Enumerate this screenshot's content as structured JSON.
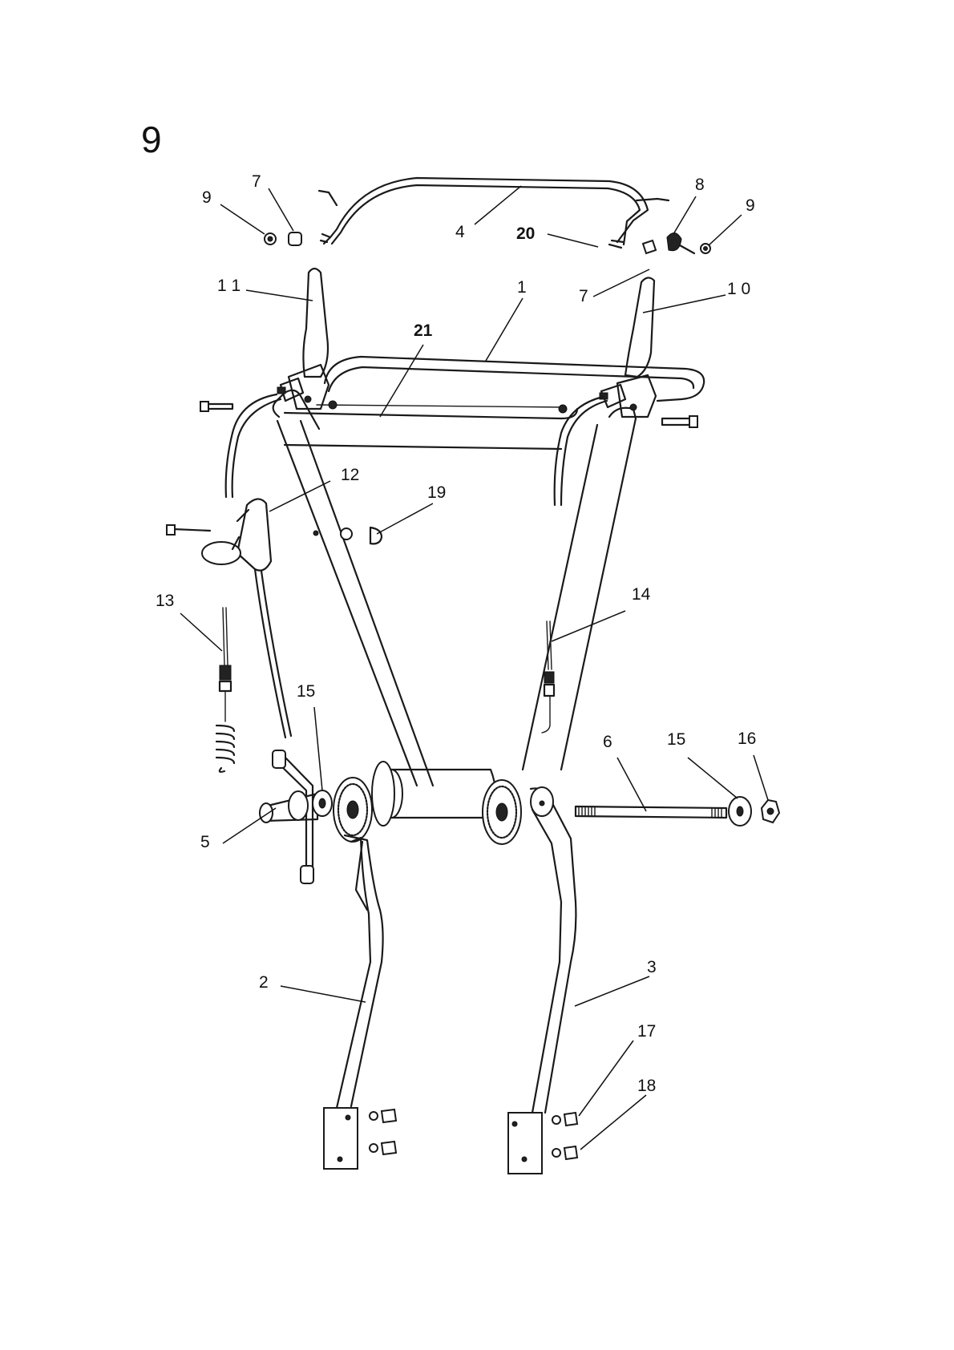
{
  "page": {
    "number": "9"
  },
  "callouts": [
    {
      "id": "c9l",
      "text": "9"
    },
    {
      "id": "c7l",
      "text": "7"
    },
    {
      "id": "c4",
      "text": "4"
    },
    {
      "id": "c8",
      "text": "8"
    },
    {
      "id": "c9r",
      "text": "9"
    },
    {
      "id": "c20",
      "text": "20",
      "bold": true
    },
    {
      "id": "c11",
      "text": "1 1"
    },
    {
      "id": "c1",
      "text": "1"
    },
    {
      "id": "c7r",
      "text": "7"
    },
    {
      "id": "c10",
      "text": "1 0"
    },
    {
      "id": "c21",
      "text": "21",
      "bold": true
    },
    {
      "id": "c12",
      "text": "12"
    },
    {
      "id": "c19",
      "text": "19"
    },
    {
      "id": "c13",
      "text": "13"
    },
    {
      "id": "c14",
      "text": "14"
    },
    {
      "id": "c15l",
      "text": "15"
    },
    {
      "id": "c6",
      "text": "6"
    },
    {
      "id": "c15r",
      "text": "15"
    },
    {
      "id": "c16",
      "text": "16"
    },
    {
      "id": "c5",
      "text": "5"
    },
    {
      "id": "c2",
      "text": "2"
    },
    {
      "id": "c3",
      "text": "3"
    },
    {
      "id": "c17",
      "text": "17"
    },
    {
      "id": "c18",
      "text": "18"
    }
  ]
}
